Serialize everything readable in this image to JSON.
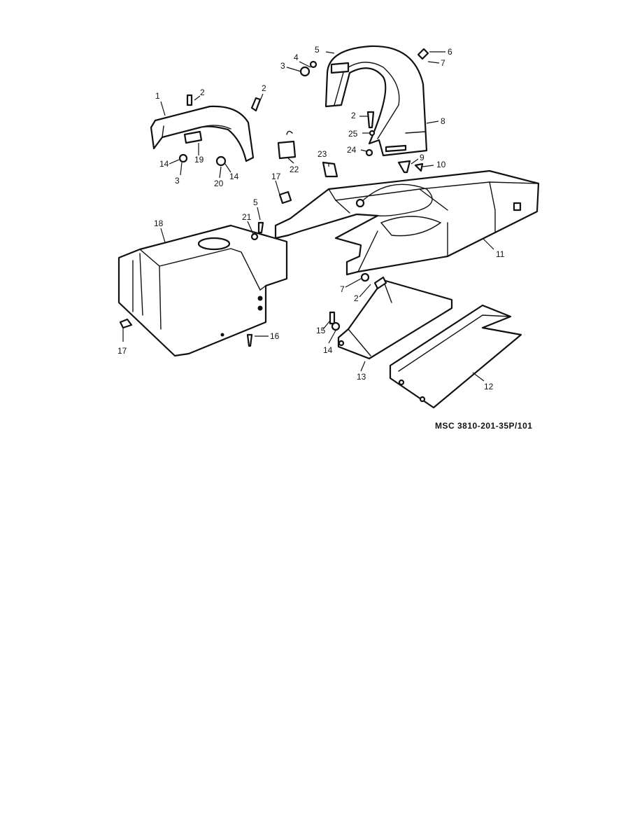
{
  "figure": {
    "caption": "MSC 3810-201-35P/101",
    "callouts": [
      {
        "id": "c1",
        "text": "1"
      },
      {
        "id": "c2a",
        "text": "2"
      },
      {
        "id": "c2b",
        "text": "2"
      },
      {
        "id": "c5a",
        "text": "5"
      },
      {
        "id": "c4",
        "text": "4"
      },
      {
        "id": "c3a",
        "text": "3"
      },
      {
        "id": "c6",
        "text": "6"
      },
      {
        "id": "c7a",
        "text": "7"
      },
      {
        "id": "c8",
        "text": "8"
      },
      {
        "id": "c2c",
        "text": "2"
      },
      {
        "id": "c25",
        "text": "25"
      },
      {
        "id": "c24",
        "text": "24"
      },
      {
        "id": "c9",
        "text": "9"
      },
      {
        "id": "c10",
        "text": "10"
      },
      {
        "id": "c23",
        "text": "23"
      },
      {
        "id": "c22",
        "text": "22"
      },
      {
        "id": "c14a",
        "text": "14"
      },
      {
        "id": "c19",
        "text": "19"
      },
      {
        "id": "c3b",
        "text": "3"
      },
      {
        "id": "c20",
        "text": "20"
      },
      {
        "id": "c14b",
        "text": "14"
      },
      {
        "id": "c17a",
        "text": "17"
      },
      {
        "id": "c5b",
        "text": "5"
      },
      {
        "id": "c21",
        "text": "21"
      },
      {
        "id": "c18",
        "text": "18"
      },
      {
        "id": "c11",
        "text": "11"
      },
      {
        "id": "c7b",
        "text": "7"
      },
      {
        "id": "c2d",
        "text": "2"
      },
      {
        "id": "c15",
        "text": "15"
      },
      {
        "id": "c14c",
        "text": "14"
      },
      {
        "id": "c13",
        "text": "13"
      },
      {
        "id": "c12",
        "text": "12"
      },
      {
        "id": "c16",
        "text": "16"
      },
      {
        "id": "c17b",
        "text": "17"
      }
    ]
  }
}
